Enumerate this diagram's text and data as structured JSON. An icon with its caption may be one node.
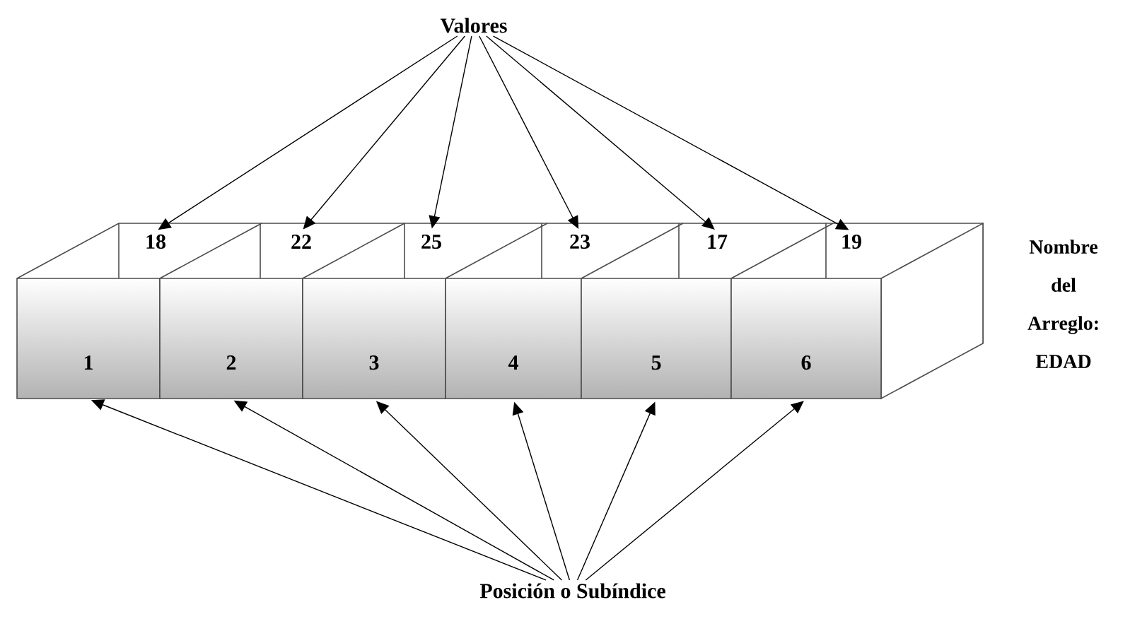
{
  "diagram": {
    "nodes": [
      {
        "text": [
          "Valores"
        ]
      },
      {
        "text": [
          "18"
        ]
      },
      {
        "text": [
          "22"
        ]
      },
      {
        "text": [
          "25"
        ]
      },
      {
        "text": [
          "23"
        ]
      },
      {
        "text": [
          "17"
        ]
      },
      {
        "text": [
          "19"
        ]
      },
      {
        "text": [
          "1"
        ]
      },
      {
        "text": [
          "2"
        ]
      },
      {
        "text": [
          "3"
        ]
      },
      {
        "text": [
          "4"
        ]
      },
      {
        "text": [
          "5"
        ]
      },
      {
        "text": [
          "6"
        ]
      },
      {
        "text": [
          "Posición o Subíndice"
        ]
      }
    ],
    "edges": [
      {
        "from": 0,
        "to": 1,
        "arrow": "to"
      },
      {
        "from": 0,
        "to": 2,
        "arrow": "to"
      },
      {
        "from": 0,
        "to": 3,
        "arrow": "to"
      },
      {
        "from": 0,
        "to": 4,
        "arrow": "to"
      },
      {
        "from": 0,
        "to": 5,
        "arrow": "to"
      },
      {
        "from": 0,
        "to": 6,
        "arrow": "to"
      },
      {
        "from": 13,
        "to": 7,
        "arrow": "to"
      },
      {
        "from": 13,
        "to": 8,
        "arrow": "to"
      },
      {
        "from": 13,
        "to": 9,
        "arrow": "to"
      },
      {
        "from": 13,
        "to": 10,
        "arrow": "to"
      },
      {
        "from": 13,
        "to": 11,
        "arrow": "to"
      },
      {
        "from": 13,
        "to": 12,
        "arrow": "to"
      }
    ],
    "labels": [
      "Nombre del Arreglo: EDAD"
    ]
  }
}
